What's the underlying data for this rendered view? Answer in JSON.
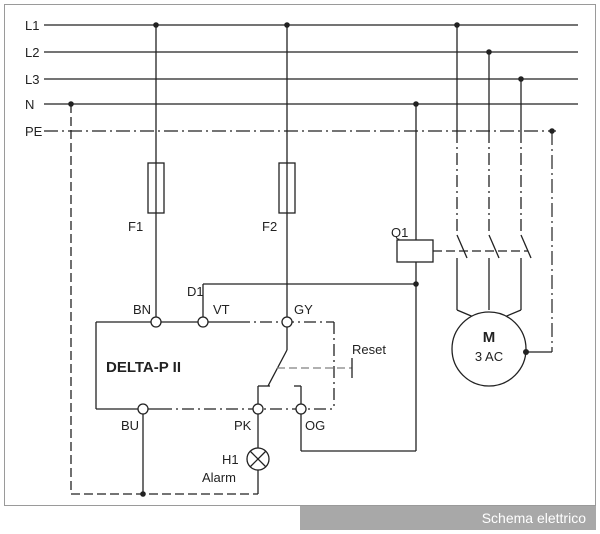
{
  "buses": [
    "L1",
    "L2",
    "L3",
    "N",
    "PE"
  ],
  "fuses": [
    "F1",
    "F2"
  ],
  "contactor": "Q1",
  "terminals": {
    "d1": "D1",
    "bn": "BN",
    "vt": "VT",
    "gy": "GY",
    "bu": "BU",
    "pk": "PK",
    "og": "OG"
  },
  "device": {
    "name": "DELTA-P II",
    "reset": "Reset"
  },
  "lamp": {
    "id": "H1",
    "label": "Alarm"
  },
  "motor": {
    "letter": "M",
    "rating": "3 AC"
  },
  "caption": "Schema elettrico"
}
